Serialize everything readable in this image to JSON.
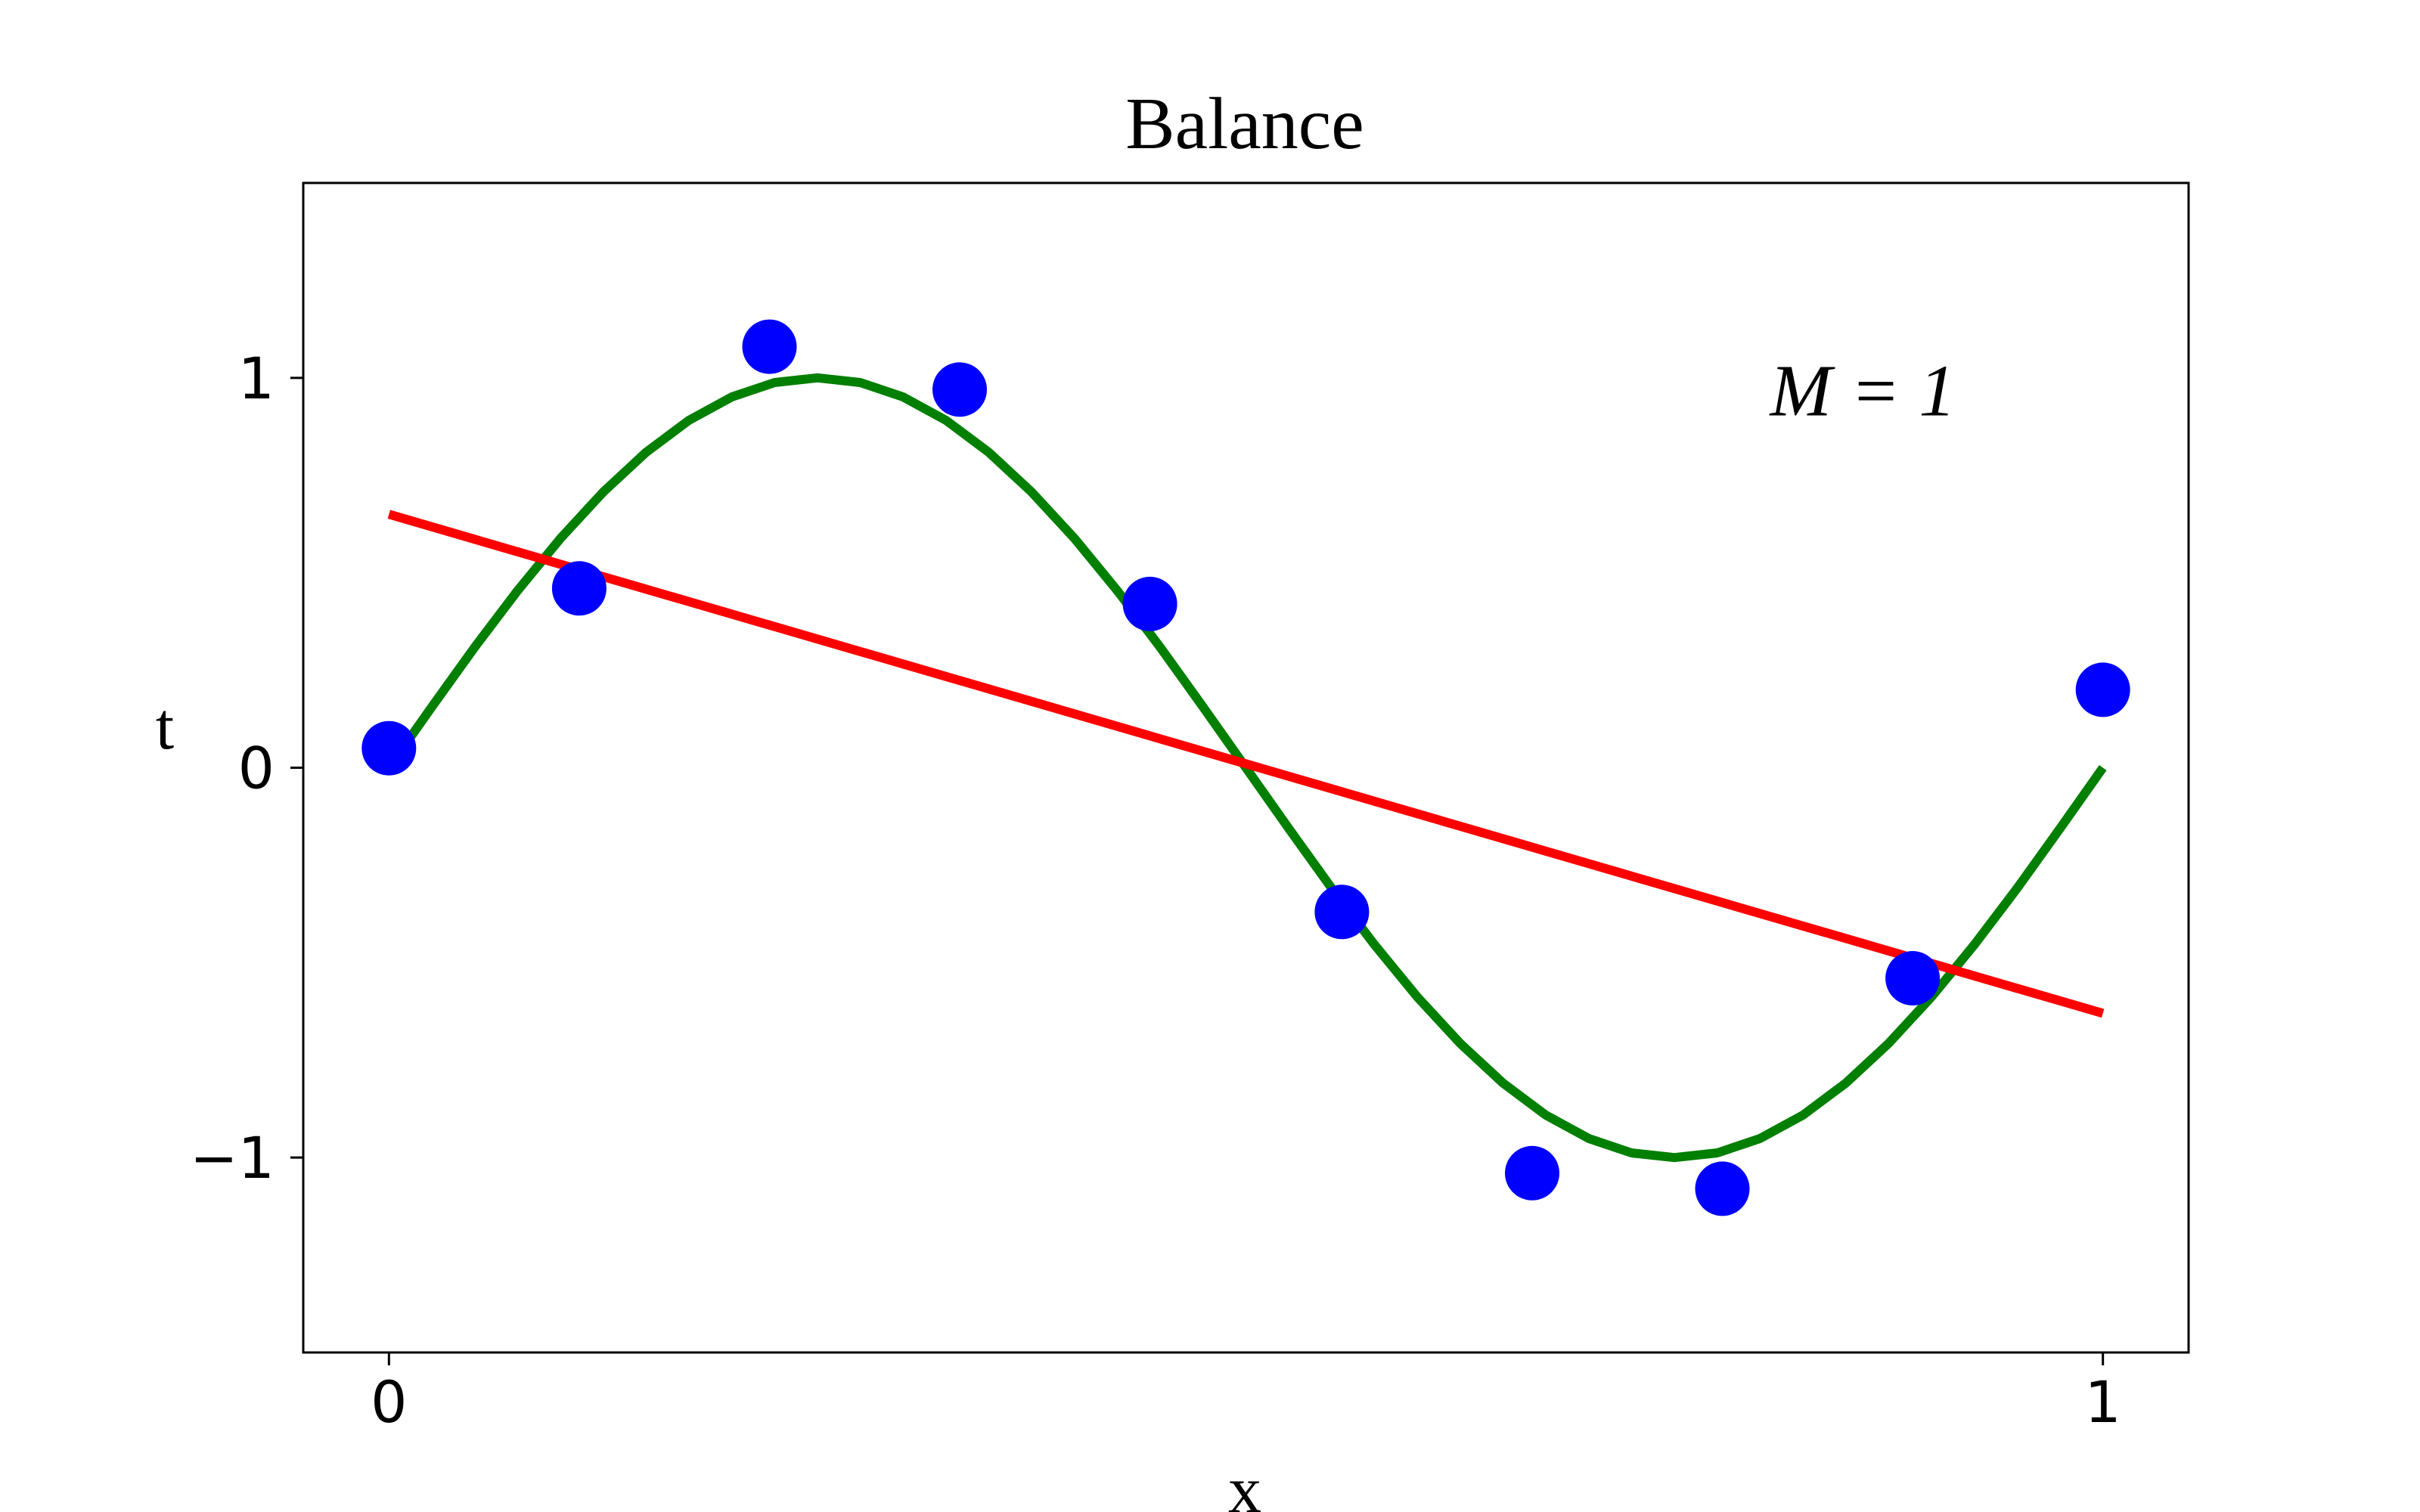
{
  "chart_data": {
    "type": "scatter",
    "title": "Balance",
    "xlabel": "x",
    "ylabel": "t",
    "xlim": [
      -0.05,
      1.05
    ],
    "ylim": [
      -1.5,
      1.5
    ],
    "xticks": [
      0,
      1
    ],
    "xtick_labels": [
      "0",
      "1"
    ],
    "yticks": [
      -1,
      0,
      1
    ],
    "ytick_labels": [
      "−1",
      "0",
      "1"
    ],
    "grid": false,
    "annotation": {
      "text": "M = 1",
      "x": 0.86,
      "y": 0.97
    },
    "points": {
      "color": "#0000ff",
      "x": [
        0.0,
        0.111,
        0.222,
        0.333,
        0.444,
        0.556,
        0.667,
        0.778,
        0.889,
        1.0
      ],
      "y": [
        0.05,
        0.46,
        1.08,
        0.97,
        0.42,
        -0.37,
        -1.04,
        -1.08,
        -0.54,
        0.2
      ]
    },
    "series": [
      {
        "kind": "sin",
        "color": "#007f00",
        "x": [
          0.0,
          0.025,
          0.05,
          0.075,
          0.1,
          0.125,
          0.15,
          0.175,
          0.2,
          0.225,
          0.25,
          0.275,
          0.3,
          0.325,
          0.35,
          0.375,
          0.4,
          0.425,
          0.45,
          0.475,
          0.5,
          0.525,
          0.55,
          0.575,
          0.6,
          0.625,
          0.65,
          0.675,
          0.7,
          0.725,
          0.75,
          0.775,
          0.8,
          0.825,
          0.85,
          0.875,
          0.9,
          0.925,
          0.95,
          0.975,
          1.0
        ],
        "y": [
          0.0,
          0.156,
          0.309,
          0.454,
          0.588,
          0.707,
          0.809,
          0.891,
          0.951,
          0.988,
          1.0,
          0.988,
          0.951,
          0.891,
          0.809,
          0.707,
          0.588,
          0.454,
          0.309,
          0.156,
          0.0,
          -0.156,
          -0.309,
          -0.454,
          -0.588,
          -0.707,
          -0.809,
          -0.891,
          -0.951,
          -0.988,
          -1.0,
          -0.988,
          -0.951,
          -0.891,
          -0.809,
          -0.707,
          -0.588,
          -0.454,
          -0.309,
          -0.156,
          0.0
        ]
      },
      {
        "kind": "fit",
        "color": "#ff0000",
        "x": [
          0.0,
          1.0
        ],
        "y": [
          0.65,
          -0.63
        ]
      }
    ]
  }
}
